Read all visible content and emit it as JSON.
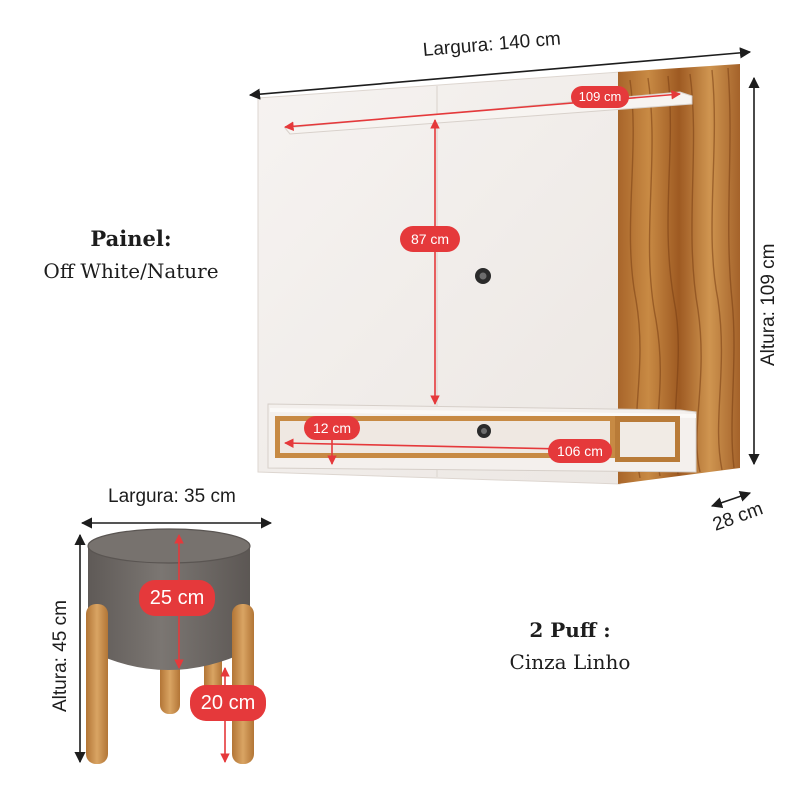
{
  "panel": {
    "width_label": "Largura: 140 cm",
    "height_label": "Altura: 109 cm",
    "depth_label": "28 cm",
    "shelf_label": "109 cm",
    "tv_height_label": "87 cm",
    "rack_height_label": "12 cm",
    "rack_width_label": "106 cm",
    "title": "Painel:",
    "subtitle": "Off White/Nature"
  },
  "puff": {
    "width_label": "Largura: 35 cm",
    "height_label": "Altura: 45 cm",
    "seat_label": "25 cm",
    "leg_label": "20 cm",
    "title": "2 Puff :",
    "subtitle": "Cinza Linho"
  },
  "colors": {
    "accent": "#e5393b",
    "offwhite": "#f3efec",
    "wood": "#b9782f",
    "fabric": "#6f6a66",
    "leg": "#c98f4f"
  }
}
